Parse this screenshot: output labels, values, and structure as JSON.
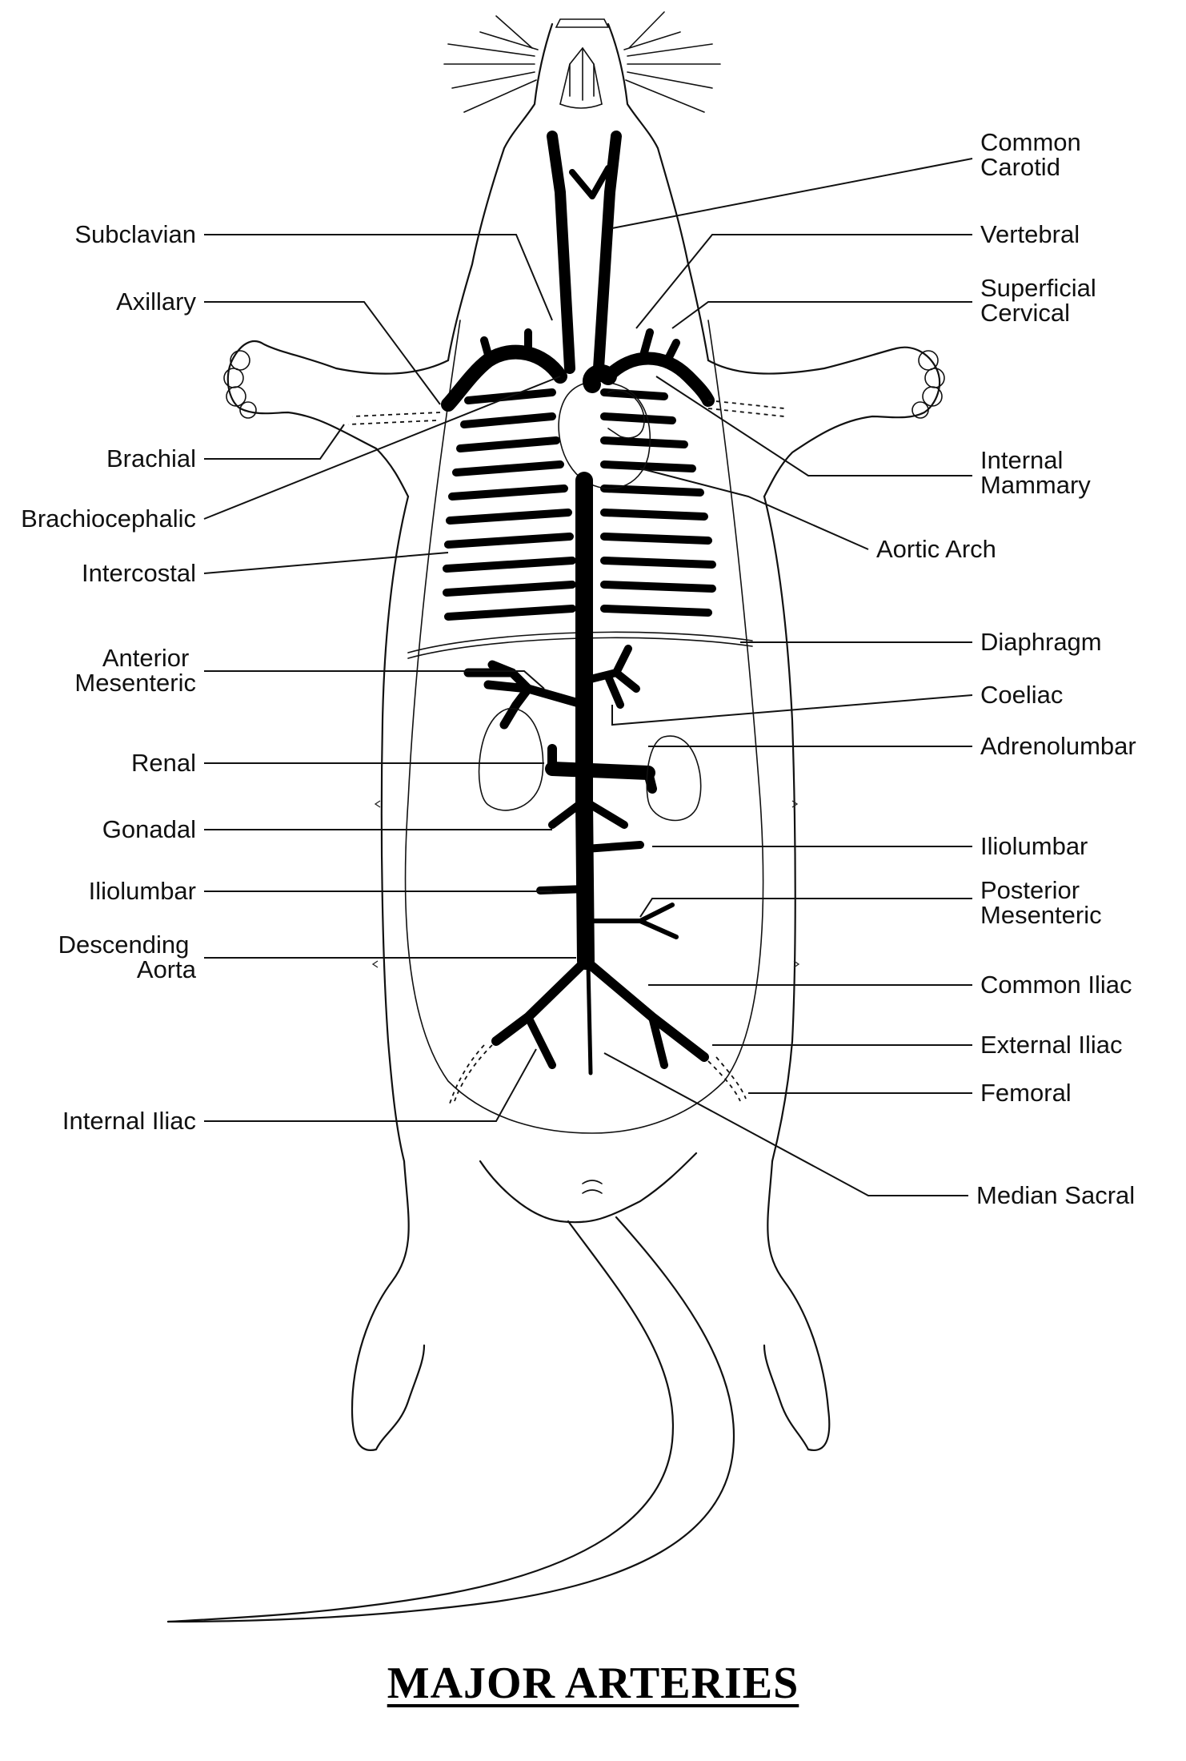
{
  "title": "MAJOR ARTERIES",
  "labels": {
    "left": [
      {
        "id": "subclavian",
        "lines": [
          "Subclavian"
        ]
      },
      {
        "id": "axillary",
        "lines": [
          "Axillary"
        ]
      },
      {
        "id": "brachial",
        "lines": [
          "Brachial"
        ]
      },
      {
        "id": "brachiocephalic",
        "lines": [
          "Brachiocephalic"
        ]
      },
      {
        "id": "intercostal",
        "lines": [
          "Intercostal"
        ]
      },
      {
        "id": "anterior-mesenteric",
        "lines": [
          "Anterior",
          "Mesenteric"
        ]
      },
      {
        "id": "renal",
        "lines": [
          "Renal"
        ]
      },
      {
        "id": "gonadal",
        "lines": [
          "Gonadal"
        ]
      },
      {
        "id": "iliolumbar-left",
        "lines": [
          "Iliolumbar"
        ]
      },
      {
        "id": "descending-aorta",
        "lines": [
          "Descending",
          "Aorta"
        ]
      },
      {
        "id": "internal-iliac",
        "lines": [
          "Internal Iliac"
        ]
      }
    ],
    "right": [
      {
        "id": "common-carotid",
        "lines": [
          "Common",
          "Carotid"
        ]
      },
      {
        "id": "vertebral",
        "lines": [
          "Vertebral"
        ]
      },
      {
        "id": "superficial-cervical",
        "lines": [
          "Superficial",
          "Cervical"
        ]
      },
      {
        "id": "internal-mammary",
        "lines": [
          "Internal",
          "Mammary"
        ]
      },
      {
        "id": "aortic-arch",
        "lines": [
          "Aortic Arch"
        ]
      },
      {
        "id": "diaphragm",
        "lines": [
          "Diaphragm"
        ]
      },
      {
        "id": "coeliac",
        "lines": [
          "Coeliac"
        ]
      },
      {
        "id": "adrenolumbar",
        "lines": [
          "Adrenolumbar"
        ]
      },
      {
        "id": "iliolumbar-right",
        "lines": [
          "Iliolumbar"
        ]
      },
      {
        "id": "posterior-mesenteric",
        "lines": [
          "Posterior",
          "Mesenteric"
        ]
      },
      {
        "id": "common-iliac",
        "lines": [
          "Common Iliac"
        ]
      },
      {
        "id": "external-iliac",
        "lines": [
          "External Iliac"
        ]
      },
      {
        "id": "femoral",
        "lines": [
          "Femoral"
        ]
      },
      {
        "id": "median-sacral",
        "lines": [
          "Median Sacral"
        ]
      }
    ]
  }
}
